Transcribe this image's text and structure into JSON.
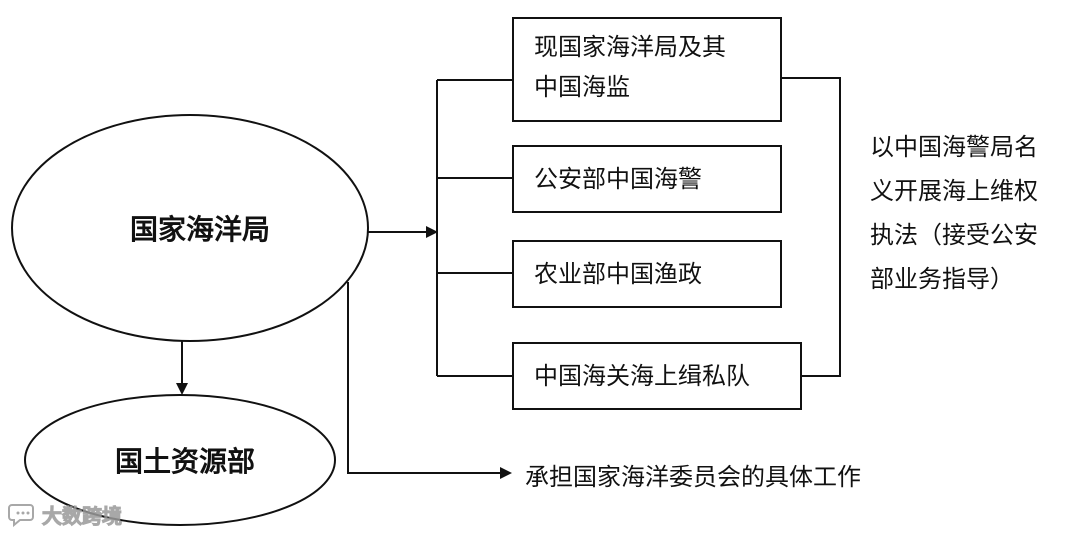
{
  "nodes": {
    "soa": "国家海洋局",
    "mlr": "国土资源部",
    "boxes": [
      {
        "lines": [
          "现国家海洋局及其",
          "中国海监"
        ]
      },
      {
        "lines": [
          "公安部中国海警"
        ]
      },
      {
        "lines": [
          "农业部中国渔政"
        ]
      },
      {
        "lines": [
          "中国海关海上缉私队"
        ]
      }
    ]
  },
  "side_note": {
    "lines": [
      "以中国海警局名",
      "义开展海上维权",
      "执法（接受公安",
      "部业务指导）"
    ]
  },
  "bottom_label": "承担国家海洋委员会的具体工作",
  "watermark": {
    "text": "大数跨境",
    "icon": "chat-bubble-icon"
  },
  "colors": {
    "stroke": "#111111",
    "background": "#ffffff"
  }
}
